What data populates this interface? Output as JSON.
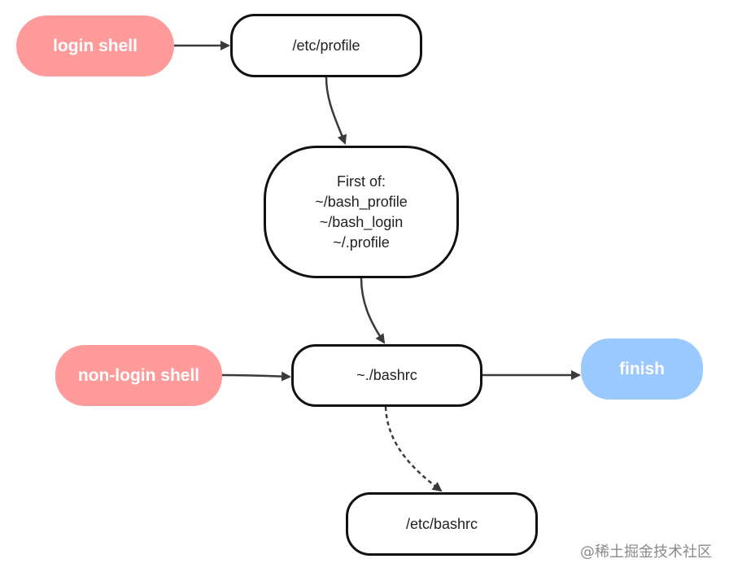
{
  "nodes": {
    "login_shell": "login shell",
    "etc_profile": "/etc/profile",
    "first_of": {
      "lines": [
        "First of:",
        "~/bash_profile",
        "~/bash_login",
        "~/.profile"
      ]
    },
    "non_login_shell": "non-login shell",
    "bashrc": "~./bashrc",
    "finish": "finish",
    "etc_bashrc": "/etc/bashrc"
  },
  "watermark": "@稀土掘金技术社区",
  "colors": {
    "pink_node": "#ff9a9a",
    "blue_node": "#99c9ff",
    "border": "#111111",
    "arrow": "#3a3a3a"
  }
}
